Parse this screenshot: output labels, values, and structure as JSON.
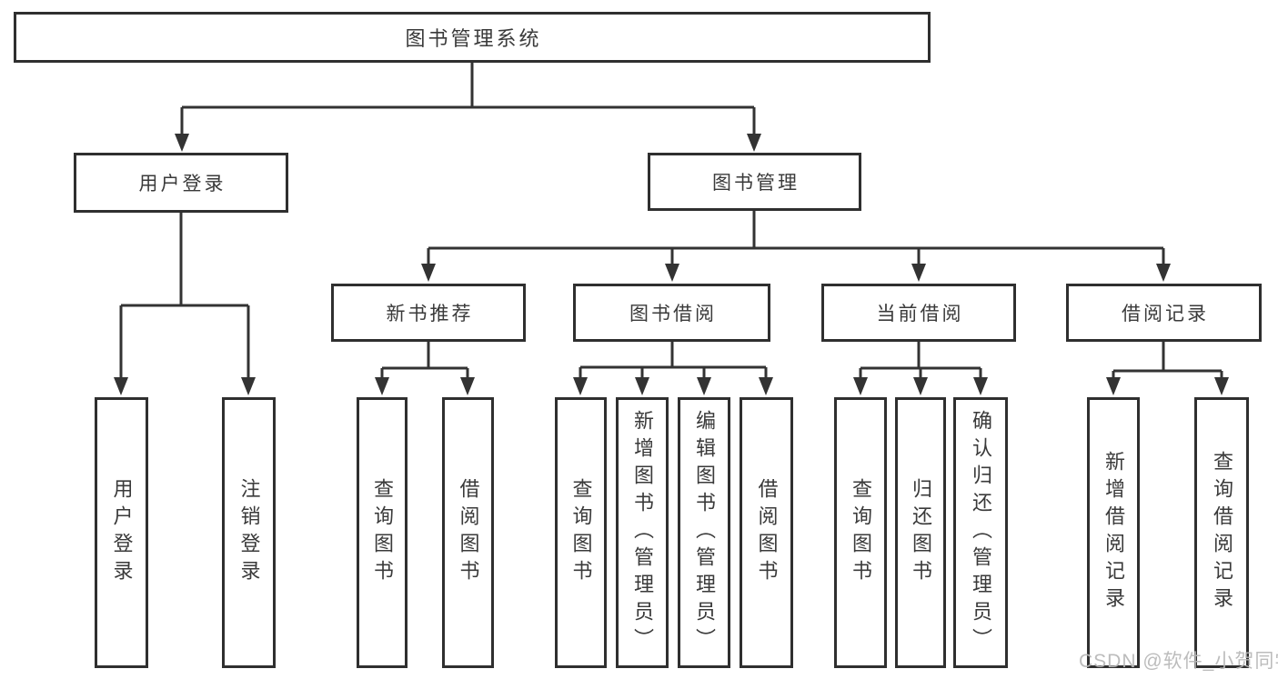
{
  "diagram": {
    "root": {
      "label": "图书管理系统"
    },
    "branches": [
      {
        "label": "用户登录",
        "children": [
          {
            "label": "用户登录"
          },
          {
            "label": "注销登录"
          }
        ]
      },
      {
        "label": "图书管理",
        "children": [
          {
            "label": "新书推荐",
            "children": [
              {
                "label": "查询图书"
              },
              {
                "label": "借阅图书"
              }
            ]
          },
          {
            "label": "图书借阅",
            "children": [
              {
                "label": "查询图书"
              },
              {
                "label": "新增图书（管理员）"
              },
              {
                "label": "编辑图书（管理员）"
              },
              {
                "label": "借阅图书"
              }
            ]
          },
          {
            "label": "当前借阅",
            "children": [
              {
                "label": "查询图书"
              },
              {
                "label": "归还图书"
              },
              {
                "label": "确认归还（管理员）"
              }
            ]
          },
          {
            "label": "借阅记录",
            "children": [
              {
                "label": "新增借阅记录"
              },
              {
                "label": "查询借阅记录"
              }
            ]
          }
        ]
      }
    ]
  },
  "watermark": {
    "text": "CSDN @软件_小贺同学"
  },
  "colors": {
    "background": "#ffffff",
    "box_border": "#2f2f2f",
    "line": "#333333",
    "text": "#3a3a3a",
    "watermark": "#b9b9b9"
  }
}
